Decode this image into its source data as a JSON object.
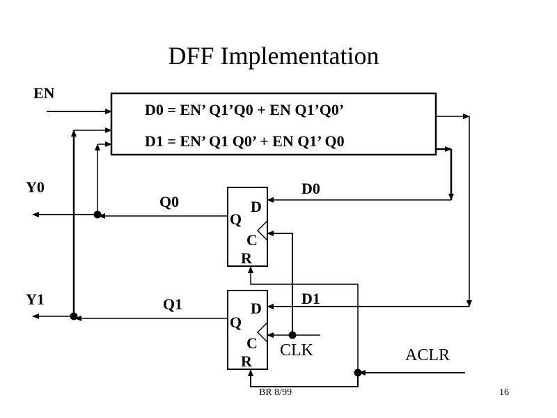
{
  "slide": {
    "title": "DFF Implementation",
    "footer": "BR 8/99",
    "page_number": "16"
  },
  "logic_block": {
    "equation_d0": "D0 =  EN’ Q1’Q0  +  EN Q1’Q0’",
    "equation_d1": "D1 =  EN’ Q1 Q0’ +  EN Q1’ Q0"
  },
  "signals": {
    "en": "EN",
    "y0": "Y0",
    "y1": "Y1",
    "q0": "Q0",
    "q1": "Q1",
    "d0": "D0",
    "d1": "D1",
    "clk": "CLK",
    "aclr": "ACLR"
  },
  "flipflops": [
    {
      "name": "dff0",
      "pin_d": "D",
      "pin_q": "Q",
      "pin_c": "C",
      "pin_r": "R"
    },
    {
      "name": "dff1",
      "pin_d": "D",
      "pin_q": "Q",
      "pin_c": "C",
      "pin_r": "R"
    }
  ],
  "colors": {
    "ink": "#000000",
    "background": "#ffffff"
  }
}
